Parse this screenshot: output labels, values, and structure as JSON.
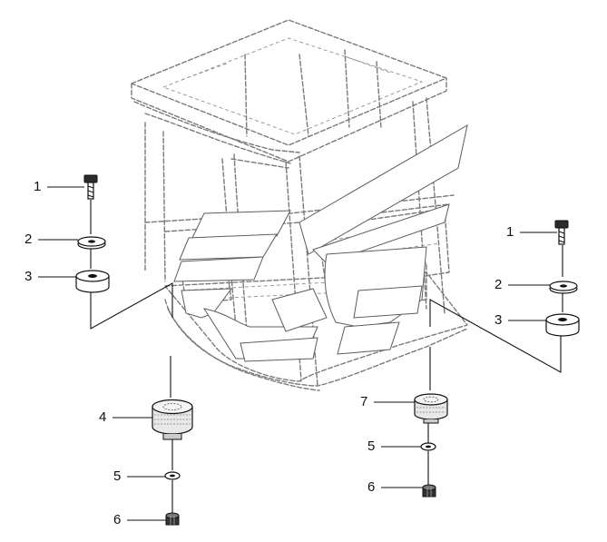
{
  "callouts": {
    "left_1": "1",
    "left_2": "2",
    "left_3": "3",
    "left_4": "4",
    "left_5": "5",
    "left_6": "6",
    "right_1": "1",
    "right_2": "2",
    "right_3": "3",
    "right_7": "7",
    "right_5": "5",
    "right_6": "6"
  }
}
